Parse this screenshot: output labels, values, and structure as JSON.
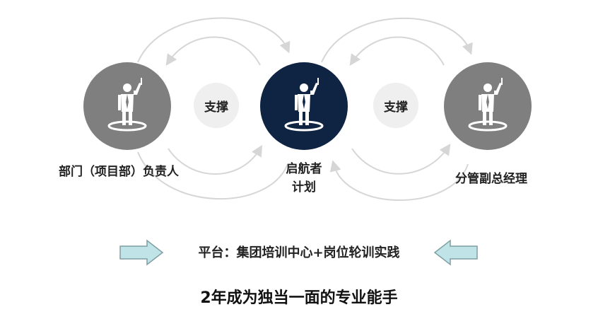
{
  "nodes": {
    "left": {
      "label": "部门（项目部）负责人",
      "color": "#7f7f7f",
      "icon": "person-on-pad-icon"
    },
    "center": {
      "label_line1": "启航者",
      "label_line2": "计划",
      "color": "#0f2342",
      "icon": "person-on-pad-icon"
    },
    "right": {
      "label": "分管副总经理",
      "color": "#7f7f7f",
      "icon": "person-on-pad-icon"
    }
  },
  "supports": {
    "left": "支撑",
    "right": "支撑"
  },
  "platform": {
    "text": "平台：集团培训中心+岗位轮训实践",
    "arrow_color": "#bfe3e6",
    "arrow_border": "#7f9fa3"
  },
  "goal": "2年成为独当一面的专业能手",
  "colors": {
    "arc": "#d6d6d6",
    "support_bg": "#efefef"
  }
}
